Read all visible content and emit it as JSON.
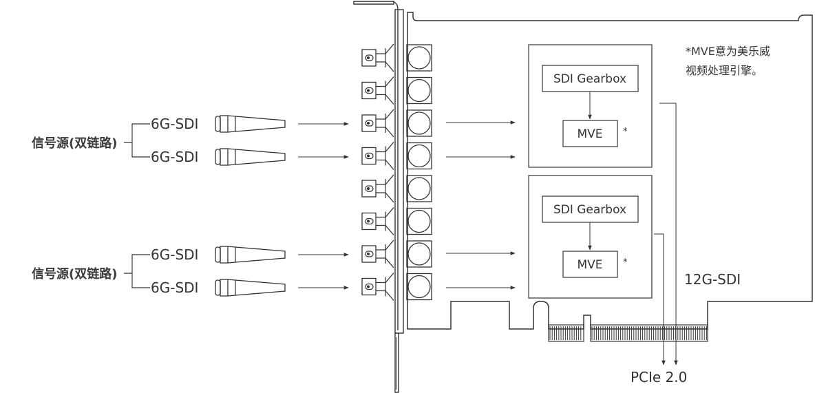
{
  "sources": [
    {
      "label": "信号源(双链路)",
      "signals": [
        "6G-SDI",
        "6G-SDI"
      ]
    },
    {
      "label": "信号源(双链路)",
      "signals": [
        "6G-SDI",
        "6G-SDI"
      ]
    }
  ],
  "modules": [
    {
      "gearbox_label": "SDI Gearbox",
      "engine_label": "MVE",
      "engine_mark": "*"
    },
    {
      "gearbox_label": "SDI Gearbox",
      "engine_label": "MVE",
      "engine_mark": "*"
    }
  ],
  "output_label": "12G-SDI",
  "bus_label": "PCIe 2.0",
  "footnote": {
    "line1": "*MVE意为美乐威",
    "line2": "视频处理引擎。"
  },
  "connector_count": 8,
  "colors": {
    "line": "#333333",
    "text": "#333333",
    "background": "#ffffff"
  }
}
